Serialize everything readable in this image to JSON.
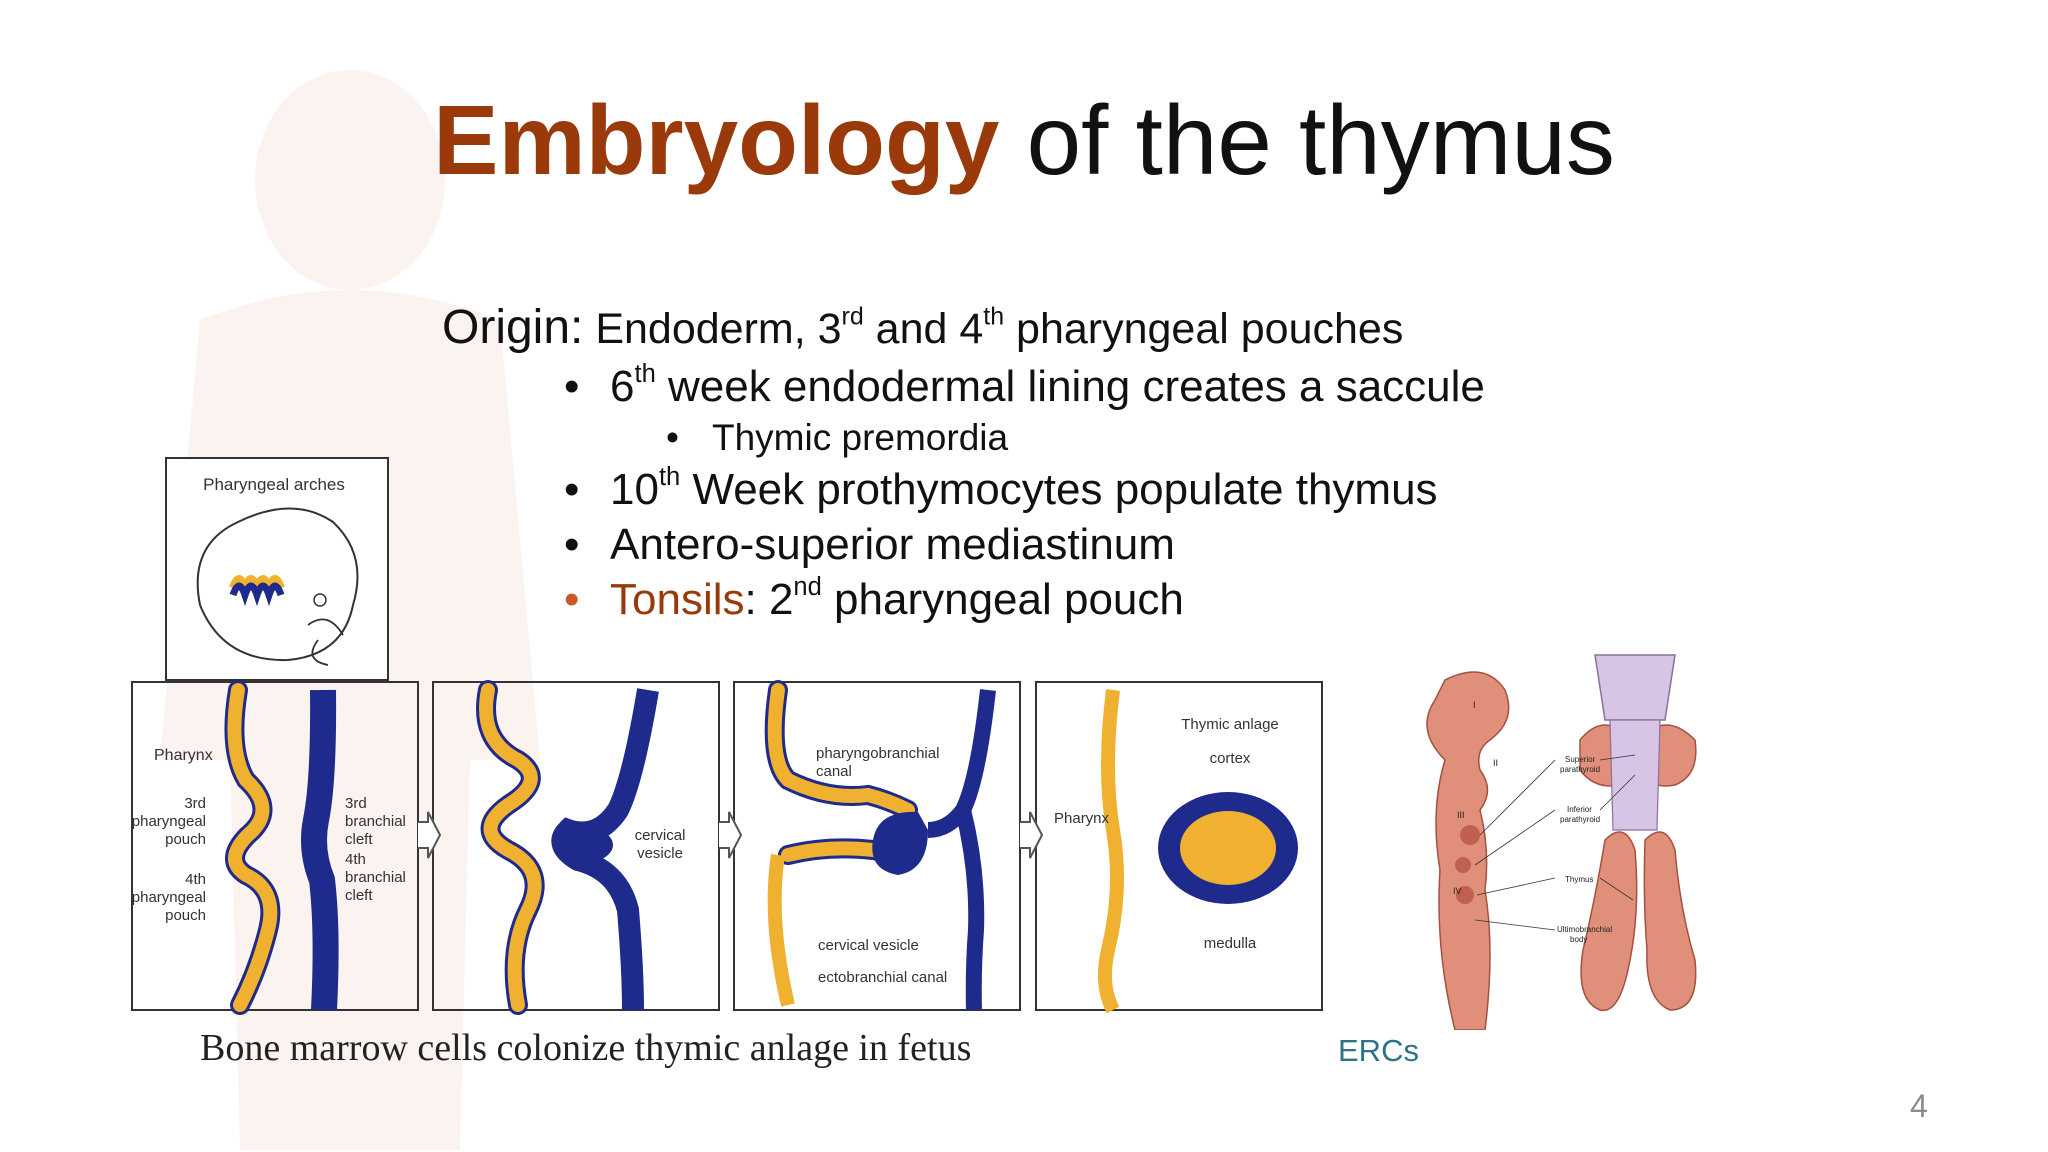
{
  "slide": {
    "title_accent": "Embryology",
    "title_rest": " of the thymus",
    "page_number": "4"
  },
  "content": {
    "origin_label": "Origin:",
    "origin_text_1": " Endoderm, 3",
    "origin_sup_1": "rd",
    "origin_text_2": " and 4",
    "origin_sup_2": "th",
    "origin_text_3": " pharyngeal pouches",
    "bullets": [
      {
        "pre": "6",
        "sup": "th",
        "text": " week endodermal lining creates a saccule"
      },
      {
        "text": "Thymic premordia"
      },
      {
        "pre": "10",
        "sup": "th",
        "text": " Week prothymocytes populate thymus"
      },
      {
        "text": "Antero-superior mediastinum"
      },
      {
        "label": "Tonsils",
        "pre": ": 2",
        "sup": "nd",
        "text": " pharyngeal pouch"
      }
    ],
    "bullet_char": "•"
  },
  "figure": {
    "inset_label": "Pharyngeal  arches",
    "panel1": {
      "pharynx": "Pharynx",
      "pouch3_l1": "3rd",
      "pouch3_l2": "pharyngeal",
      "pouch3_l3": "pouch",
      "pouch4_l1": "4th",
      "pouch4_l2": "pharyngeal",
      "pouch4_l3": "pouch",
      "cleft3_l1": "3rd",
      "cleft3_l2": "branchial",
      "cleft3_l3": "cleft",
      "cleft4_l1": "4th",
      "cleft4_l2": "branchial",
      "cleft4_l3": "cleft"
    },
    "panel2": {
      "vesicle_l1": "cervical",
      "vesicle_l2": "vesicle"
    },
    "panel3": {
      "canal_l1": "pharyngobranchial",
      "canal_l2": "canal",
      "vesicle": "cervical  vesicle",
      "ecto": "ectobranchial  canal"
    },
    "panel4": {
      "anlage": "Thymic  anlage",
      "cortex": "cortex",
      "pharynx": "Pharynx",
      "medulla": "medulla"
    },
    "caption": "Bone marrow cells colonize thymic anlage in fetus"
  },
  "anatomy": {
    "roman": [
      "I",
      "II",
      "III",
      "IV"
    ],
    "lbl_sup_1": "Superior",
    "lbl_sup_2": "parathyroid",
    "lbl_inf_1": "Inferior",
    "lbl_inf_2": "parathyroid",
    "lbl_thymus": "Thymus",
    "lbl_ulti_1": "Ultimobranchial",
    "lbl_ulti_2": "body",
    "source": "ERCs"
  },
  "colors": {
    "accent": "#9a3a0b",
    "endoderm_orange": "#f0b030",
    "ectoderm_blue": "#1e2a8c",
    "tissue": "#e0907a",
    "source_link": "#2b7389"
  }
}
